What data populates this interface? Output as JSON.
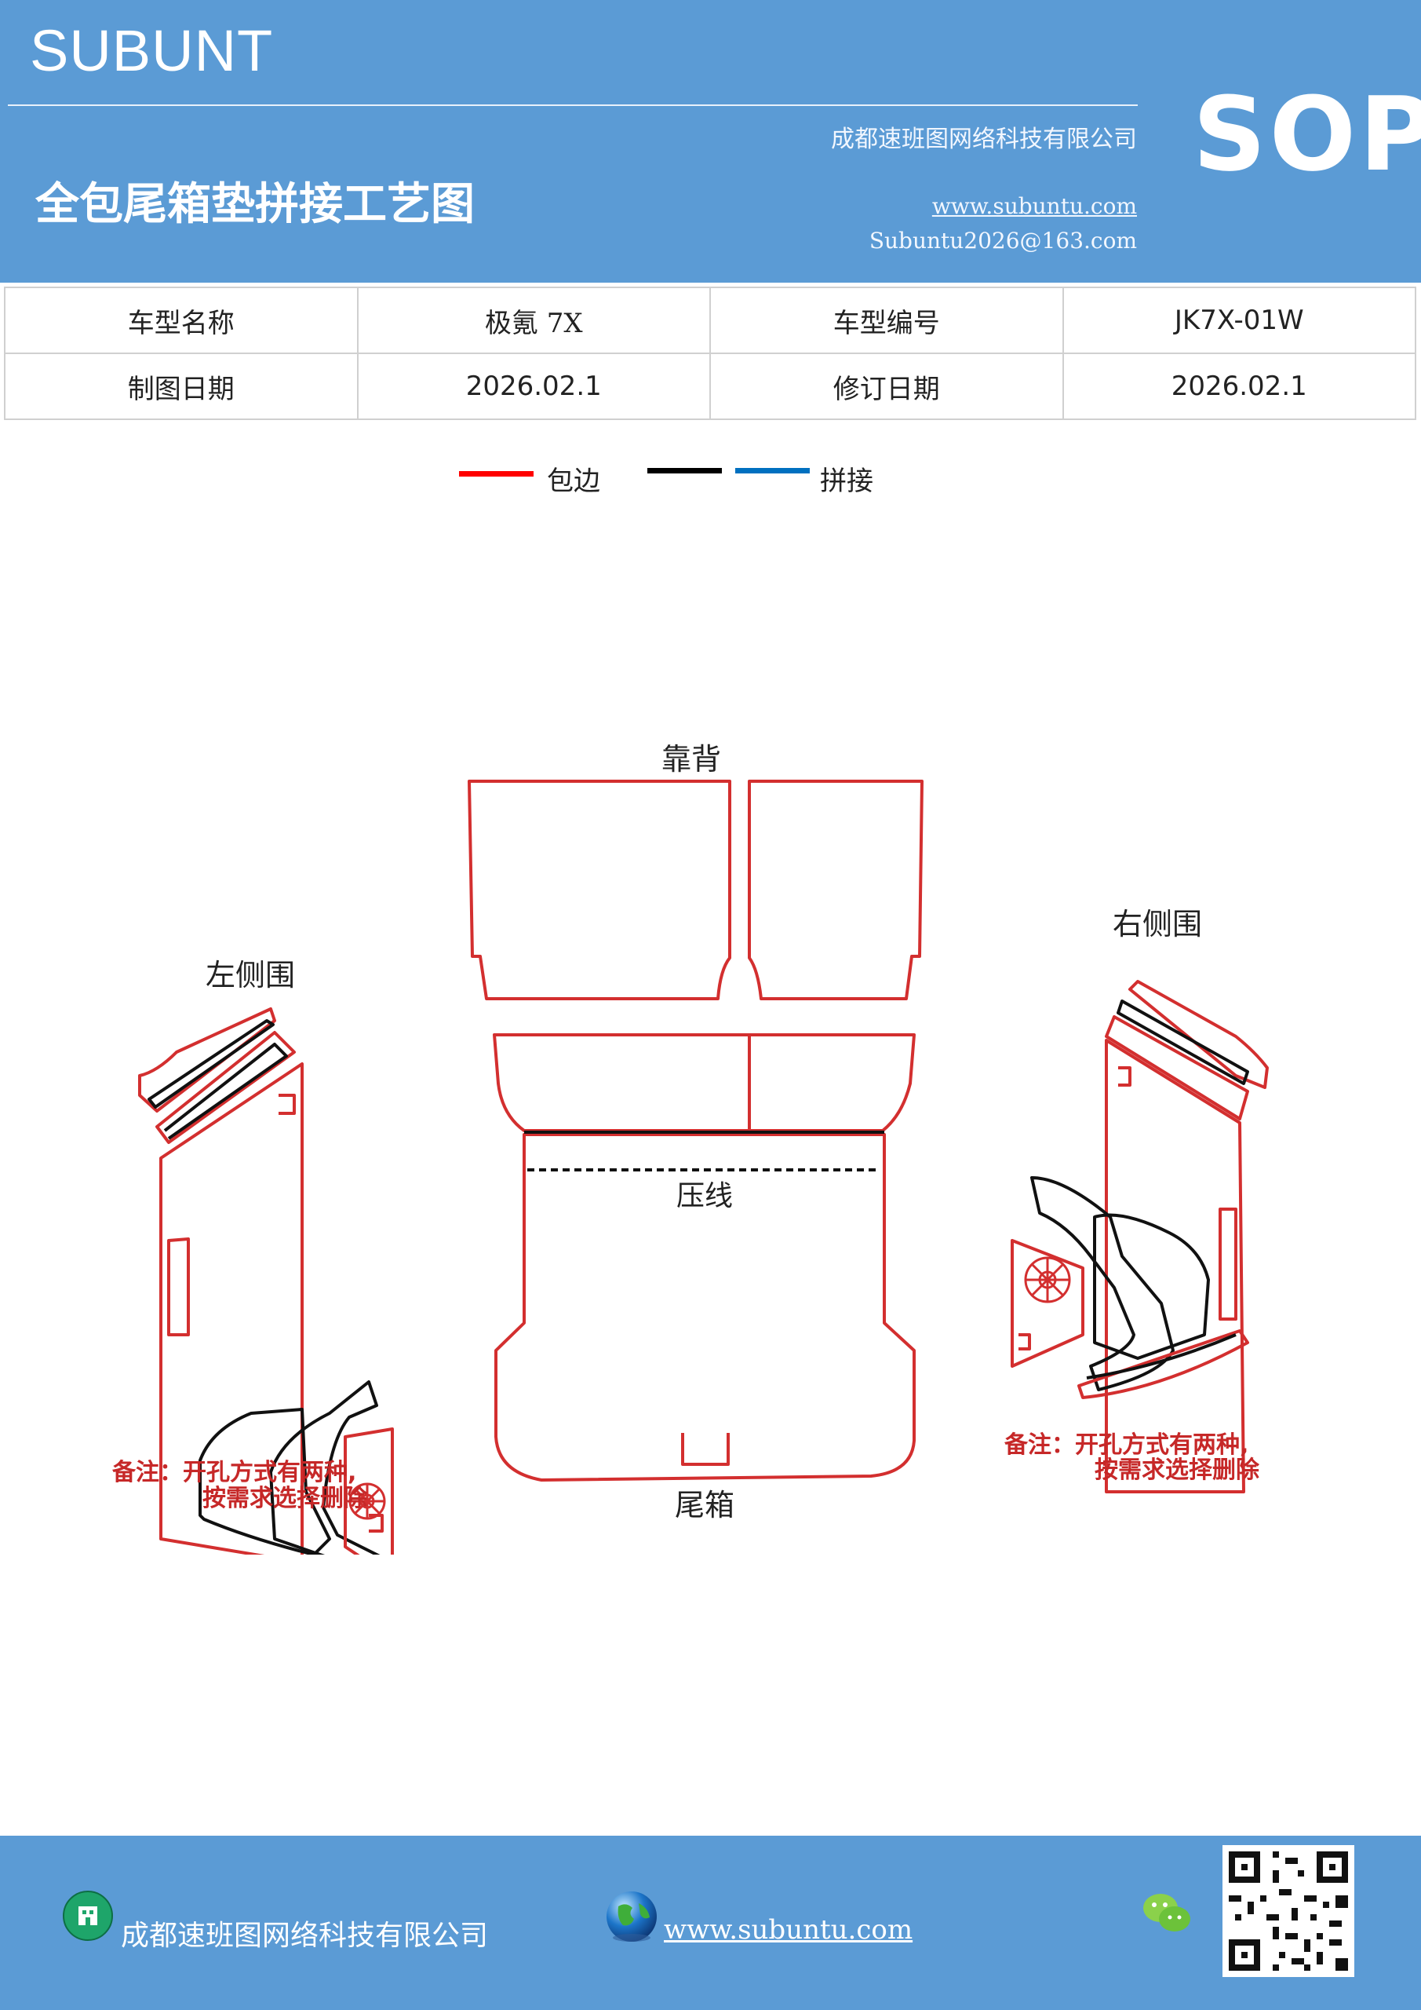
{
  "header": {
    "brand": "SUBUNT",
    "company": "成都速班图网络科技有限公司",
    "title": "全包尾箱垫拼接工艺图",
    "website": "www.subuntu.com",
    "email": "Subuntu2026@163.com",
    "badge": "SOP"
  },
  "info_table": [
    [
      "车型名称",
      "极氪 7X",
      "车型编号",
      "JK7X-01W"
    ],
    [
      "制图日期",
      "2026.02.1",
      "修订日期",
      "2026.02.1"
    ]
  ],
  "legend": {
    "edge_label": "包边",
    "splice_label": "拼接",
    "edge_color": "#ff0000",
    "splice_colors": [
      "#000000",
      "#0070c0"
    ]
  },
  "drawing": {
    "backrest_label": "靠背",
    "left_label": "左侧围",
    "right_label": "右侧围",
    "crease_label": "压线",
    "trunk_label": "尾箱",
    "note_left_1": "备注：开孔方式有两种,",
    "note_left_2": "按需求选择删除",
    "note_right_1": "备注：开孔方式有两种,",
    "note_right_2": "按需求选择删除",
    "outline_color": "#d32f2f",
    "note_color": "#c62828"
  },
  "footer": {
    "company": "成都速班图网络科技有限公司",
    "website": "www.subuntu.com"
  }
}
